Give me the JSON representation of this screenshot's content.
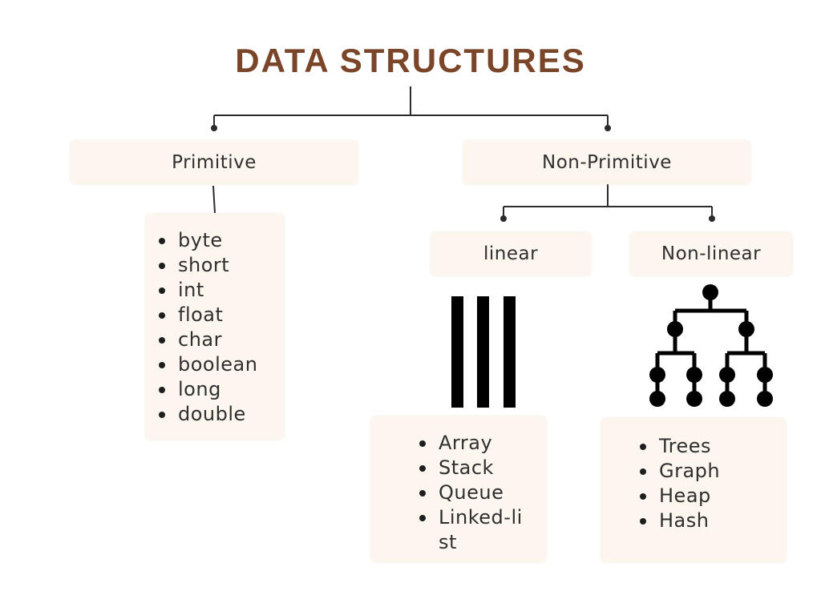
{
  "title": "DATA STRUCTURES",
  "nodes": {
    "primitive": {
      "label": "Primitive",
      "items": [
        "byte",
        "short",
        "int",
        "float",
        "char",
        "boolean",
        "long",
        "double"
      ]
    },
    "non_primitive": {
      "label": "Non-Primitive",
      "linear": {
        "label": "linear",
        "items": [
          "Array",
          "Stack",
          "Queue",
          "Linked-list"
        ]
      },
      "non_linear": {
        "label": "Non-linear",
        "items": [
          "Trees",
          "Graph",
          "Heap",
          "Hash"
        ]
      }
    }
  },
  "colors": {
    "title": "#7a4528",
    "box_background": "#fdf6ef",
    "lines": "#2b2b2b",
    "icons": "#000000"
  },
  "icons": {
    "linear": "vertical-bars-icon",
    "non_linear": "tree-icon"
  }
}
